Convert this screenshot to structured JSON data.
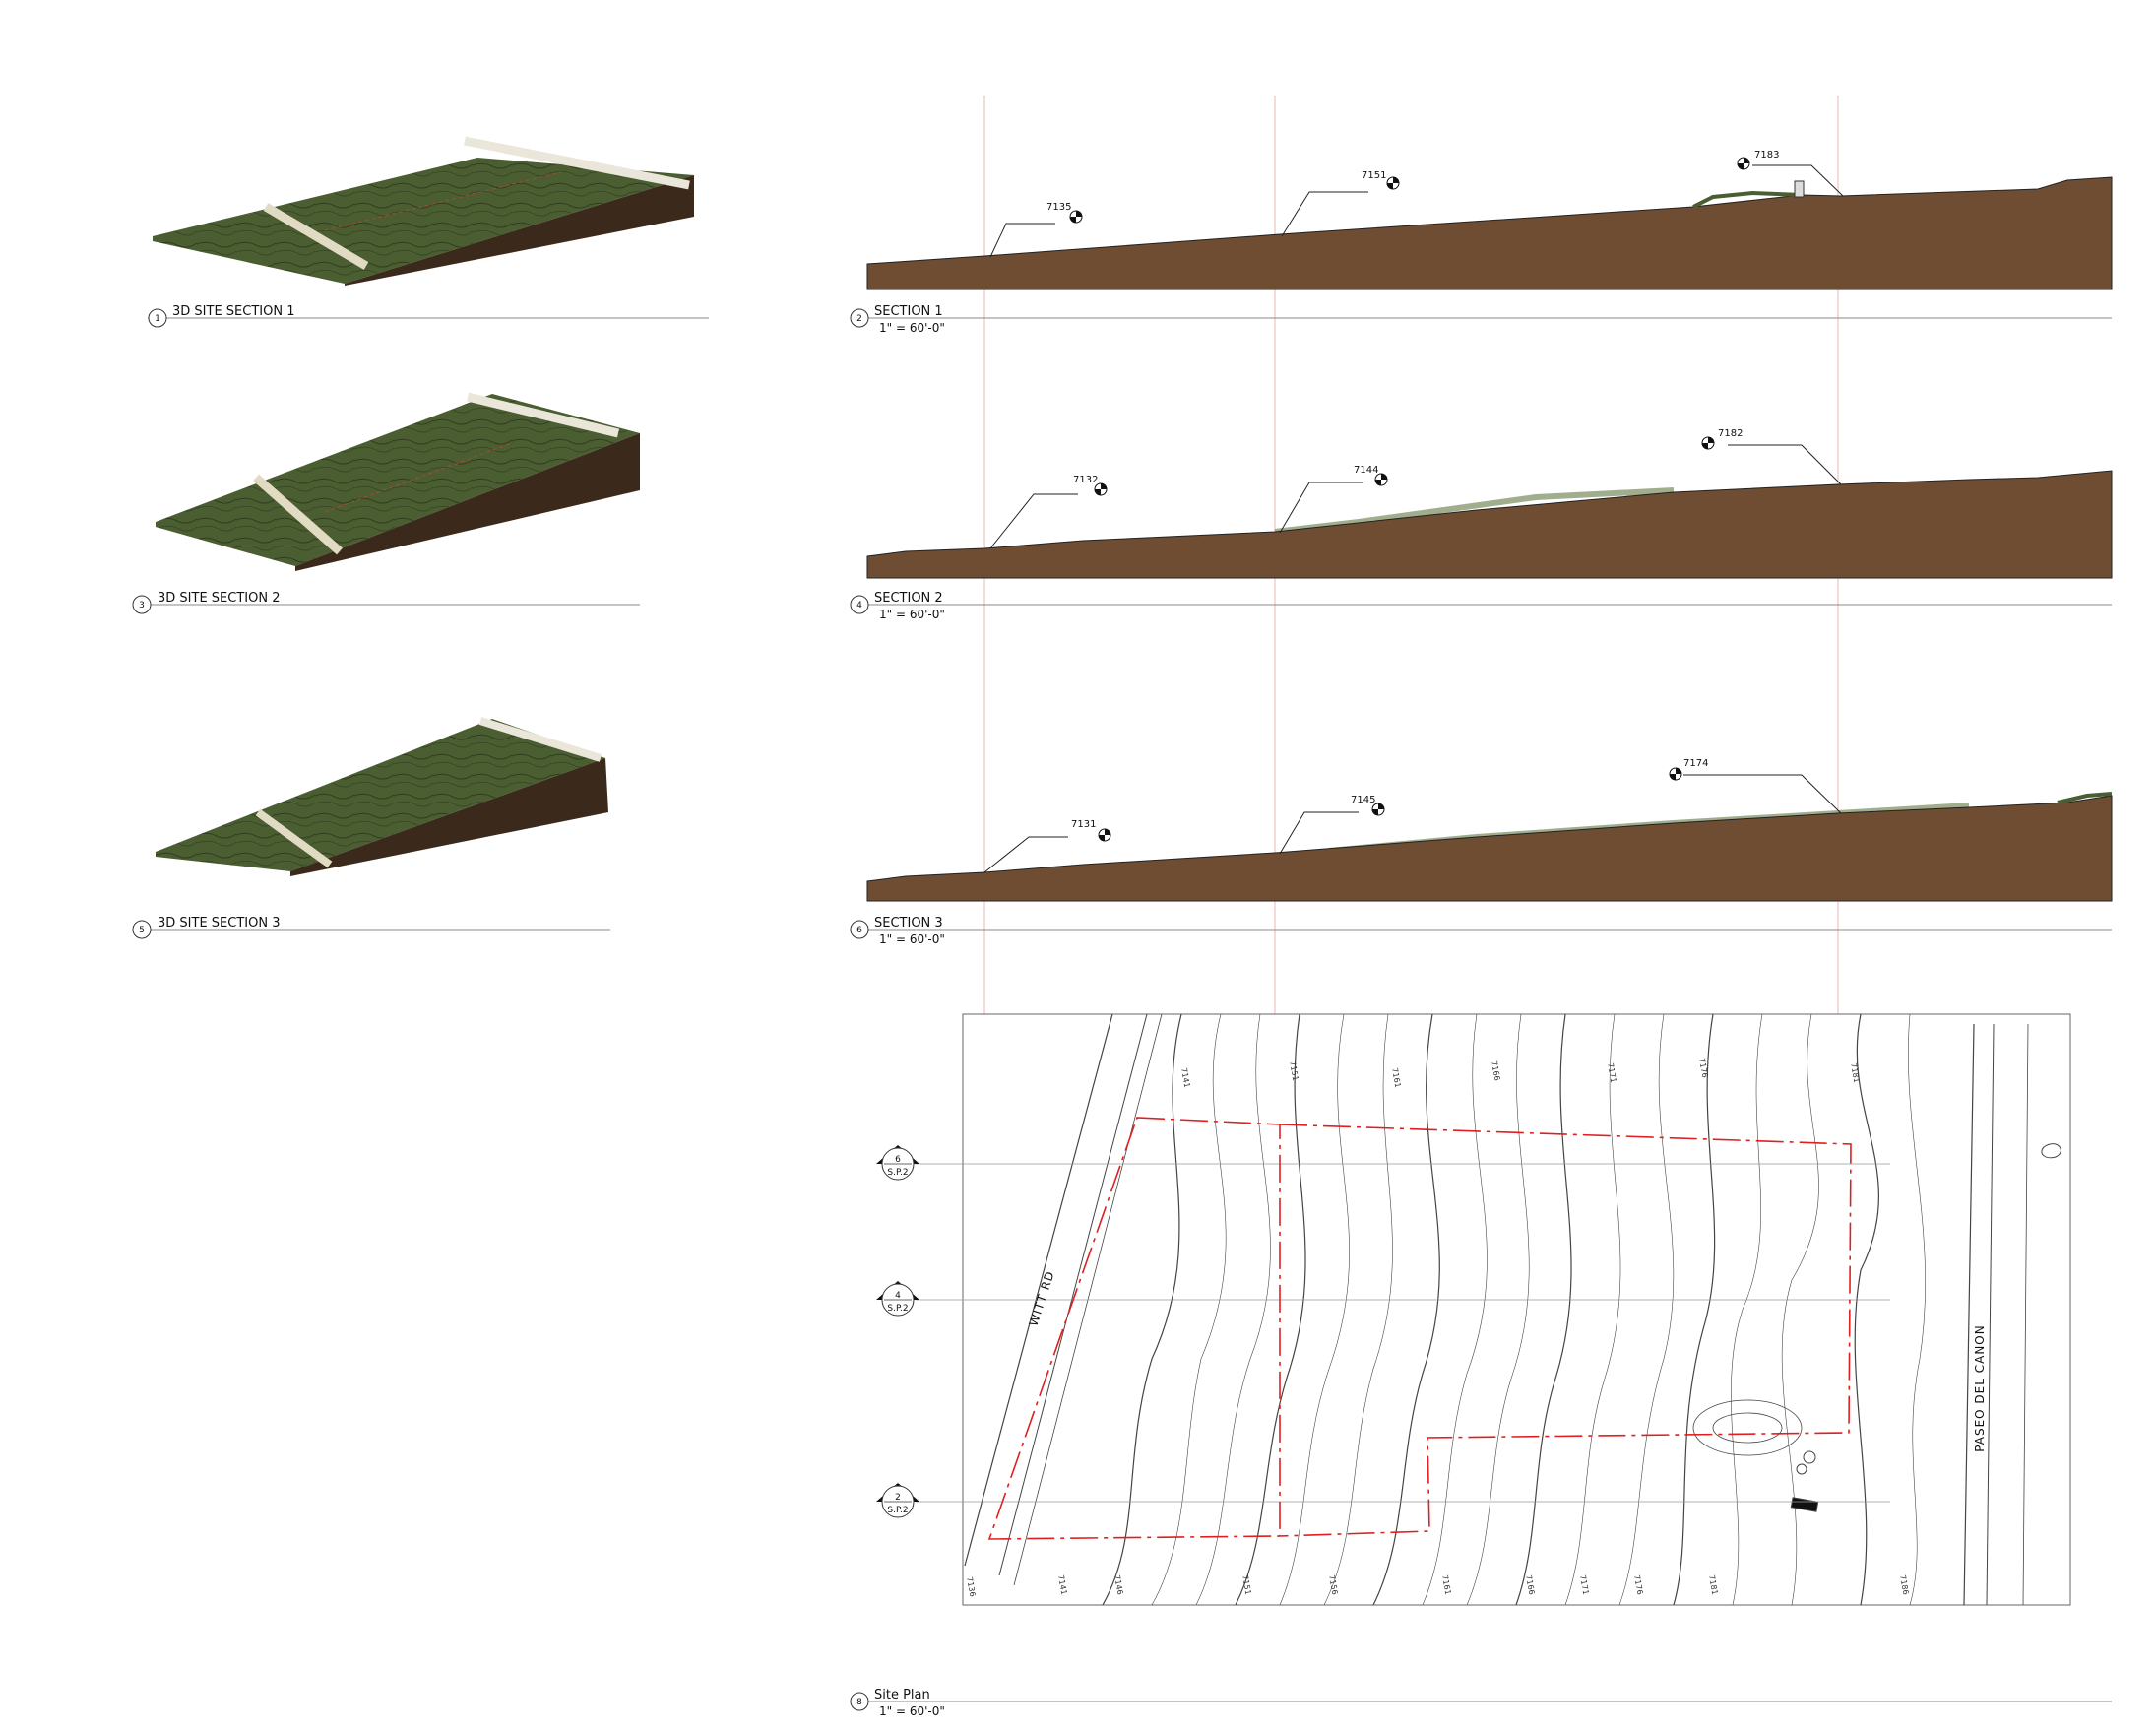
{
  "views": {
    "view1": {
      "number": "1",
      "title": "3D SITE SECTION 1"
    },
    "view2": {
      "number": "2",
      "title": "SECTION 1",
      "scale": "1\" = 60'-0\""
    },
    "view3": {
      "number": "3",
      "title": "3D SITE SECTION 2"
    },
    "view4": {
      "number": "4",
      "title": "SECTION 2",
      "scale": "1\" = 60'-0\""
    },
    "view5": {
      "number": "5",
      "title": "3D SITE SECTION 3"
    },
    "view6": {
      "number": "6",
      "title": "SECTION 3",
      "scale": "1\" = 60'-0\""
    },
    "view8": {
      "number": "8",
      "title": "Site Plan",
      "scale": "1\" = 60'-0\""
    }
  },
  "section1_elevations": [
    "7135",
    "7151",
    "7183"
  ],
  "section2_elevations": [
    "7132",
    "7144",
    "7182"
  ],
  "section3_elevations": [
    "7131",
    "7145",
    "7174"
  ],
  "site_plan": {
    "road_west": "WITT RD",
    "road_east": "PASEO DEL CANON",
    "section_markers": [
      {
        "number": "6",
        "sheet": "S.P.2"
      },
      {
        "number": "4",
        "sheet": "S.P.2"
      },
      {
        "number": "2",
        "sheet": "S.P.2"
      }
    ],
    "contour_labels_top": [
      "7141",
      "7151",
      "7161",
      "7166",
      "7171",
      "7176",
      "7181"
    ],
    "contour_labels_bottom": [
      "7136",
      "7141",
      "7146",
      "7151",
      "7156",
      "7161",
      "7166",
      "7171",
      "7176",
      "7181",
      "7186"
    ]
  },
  "colors": {
    "soil": "#6e4d33",
    "grass": "#4a5e32",
    "grass_light": "#8a9a72",
    "datum_line": "#e8b7b0",
    "property_line": "#e02020"
  }
}
